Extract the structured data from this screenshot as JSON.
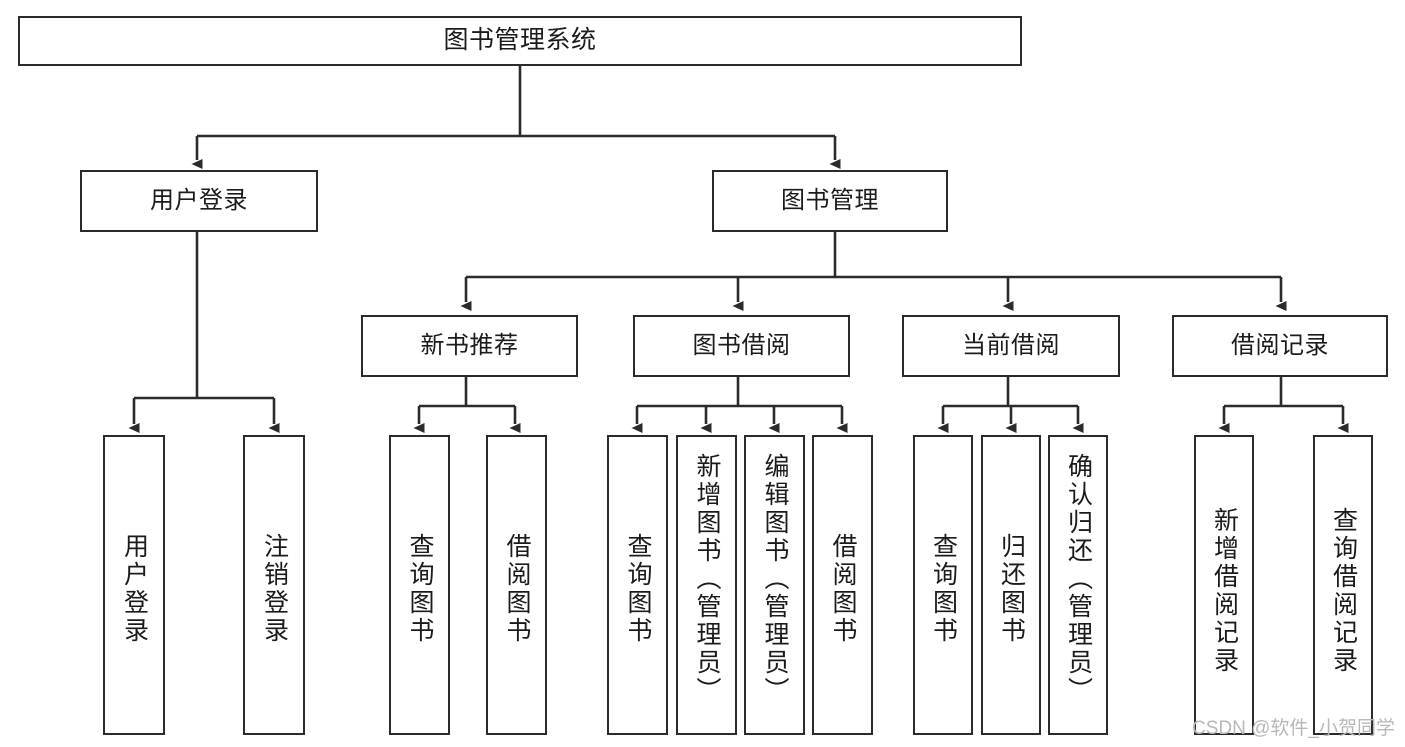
{
  "diagram": {
    "title": "图书管理系统",
    "type": "tree-hierarchy-diagram",
    "watermark": "CSDN @软件_小贺同学",
    "colors": {
      "box_border": "#2b2b2b",
      "box_fill": "#ffffff",
      "edge": "#2b2b2b",
      "text": "#1b1b1b",
      "watermark": "#b8b8b8",
      "background": "#ffffff"
    },
    "levels": {
      "root": "图书管理系统",
      "level2": [
        "用户登录",
        "图书管理"
      ],
      "level3": [
        "新书推荐",
        "图书借阅",
        "当前借阅",
        "借阅记录"
      ]
    },
    "nodes": {
      "root": {
        "label": "图书管理系统"
      },
      "user_login": {
        "label": "用户登录"
      },
      "book_manage": {
        "label": "图书管理"
      },
      "new_book_rec": {
        "label": "新书推荐"
      },
      "book_borrow": {
        "label": "图书借阅"
      },
      "current_borrow": {
        "label": "当前借阅"
      },
      "borrow_record": {
        "label": "借阅记录"
      },
      "leaf_user_login": {
        "label": "用户登录"
      },
      "leaf_user_logout": {
        "label": "注销登录"
      },
      "leaf_query_book_a": {
        "label": "查询图书"
      },
      "leaf_borrow_book_a": {
        "label": "借阅图书"
      },
      "leaf_query_book_b": {
        "label": "查询图书"
      },
      "leaf_add_book": {
        "label": "新增图书（管理员）"
      },
      "leaf_edit_book": {
        "label": "编辑图书（管理员）"
      },
      "leaf_borrow_book_b": {
        "label": "借阅图书"
      },
      "leaf_query_book_c": {
        "label": "查询图书"
      },
      "leaf_return_book": {
        "label": "归还图书"
      },
      "leaf_confirm_return": {
        "label": "确认归还（管理员）"
      },
      "leaf_add_record": {
        "label": "新增借阅记录"
      },
      "leaf_query_record": {
        "label": "查询借阅记录"
      }
    },
    "edges": [
      {
        "from": "root",
        "to": "user_login"
      },
      {
        "from": "root",
        "to": "book_manage"
      },
      {
        "from": "user_login",
        "to": "leaf_user_login"
      },
      {
        "from": "user_login",
        "to": "leaf_user_logout"
      },
      {
        "from": "book_manage",
        "to": "new_book_rec"
      },
      {
        "from": "book_manage",
        "to": "book_borrow"
      },
      {
        "from": "book_manage",
        "to": "current_borrow"
      },
      {
        "from": "book_manage",
        "to": "borrow_record"
      },
      {
        "from": "new_book_rec",
        "to": "leaf_query_book_a"
      },
      {
        "from": "new_book_rec",
        "to": "leaf_borrow_book_a"
      },
      {
        "from": "book_borrow",
        "to": "leaf_query_book_b"
      },
      {
        "from": "book_borrow",
        "to": "leaf_add_book"
      },
      {
        "from": "book_borrow",
        "to": "leaf_edit_book"
      },
      {
        "from": "book_borrow",
        "to": "leaf_borrow_book_b"
      },
      {
        "from": "current_borrow",
        "to": "leaf_query_book_c"
      },
      {
        "from": "current_borrow",
        "to": "leaf_return_book"
      },
      {
        "from": "current_borrow",
        "to": "leaf_confirm_return"
      },
      {
        "from": "borrow_record",
        "to": "leaf_add_record"
      },
      {
        "from": "borrow_record",
        "to": "leaf_query_record"
      }
    ]
  }
}
